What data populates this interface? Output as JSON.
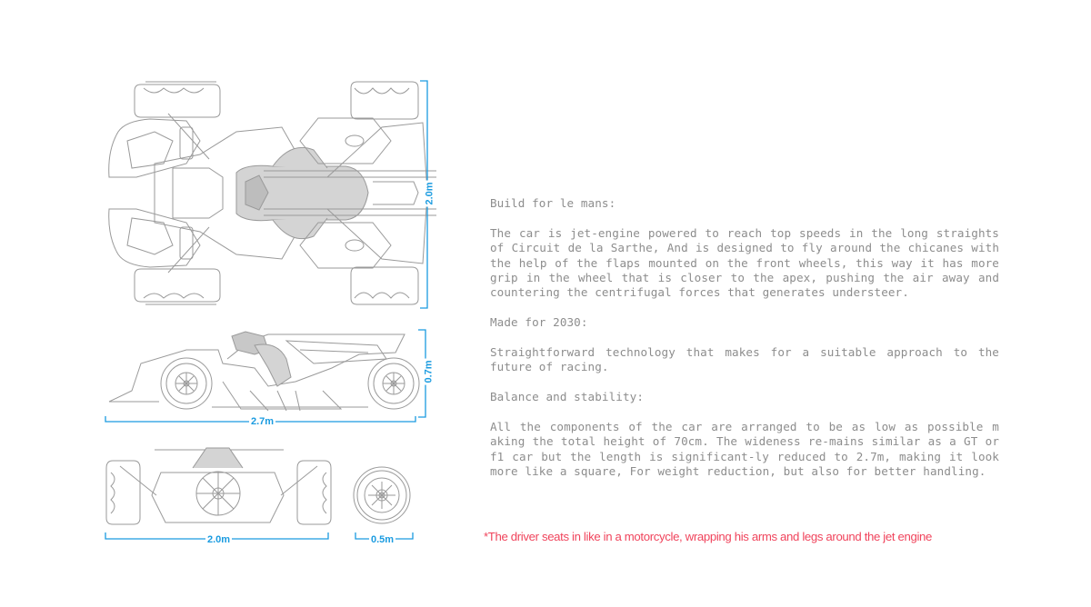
{
  "dimensions": {
    "top_view_width": "2.0m",
    "side_view_height": "0.7m",
    "side_view_length": "2.7m",
    "front_view_width": "2.0m",
    "wheel_width": "0.5m"
  },
  "colors": {
    "dimension_blue": "#1a9be0",
    "body_text_gray": "#8d8d8d",
    "note_red": "#f0445c",
    "line_gray": "#9a9a9a",
    "fill_gray": "#d4d4d4"
  },
  "drawings": {
    "top_view": "car-top-view",
    "side_view": "car-side-view",
    "front_view": "car-front-view",
    "wheel_view": "wheel-side-view"
  },
  "description": {
    "heading_1": "Build for le mans:",
    "paragraph_1": "The car is jet-engine powered to reach top speeds in the long straights of Circuit de la Sarthe, And is designed to fly around the chicanes with the help of the flaps mounted on the front wheels, this way it has more grip in the wheel that is closer to the apex, pushing the air away and countering the centrifugal forces that generates understeer.",
    "heading_2": "Made for 2030:",
    "paragraph_2": "Straightforward technology that makes for a suitable approach to the future of racing.",
    "heading_3": "Balance and stability:",
    "paragraph_3": "All the components of the car are arranged to be as low as possible m aking the total height of 70cm. The wideness re-mains similar as a GT or f1 car but the length is significant-ly reduced to 2.7m, making it look more like a square, For weight reduction, but also for better handling."
  },
  "note": "*The driver seats in like in a motorcycle, wrapping his arms and legs around the jet engine"
}
